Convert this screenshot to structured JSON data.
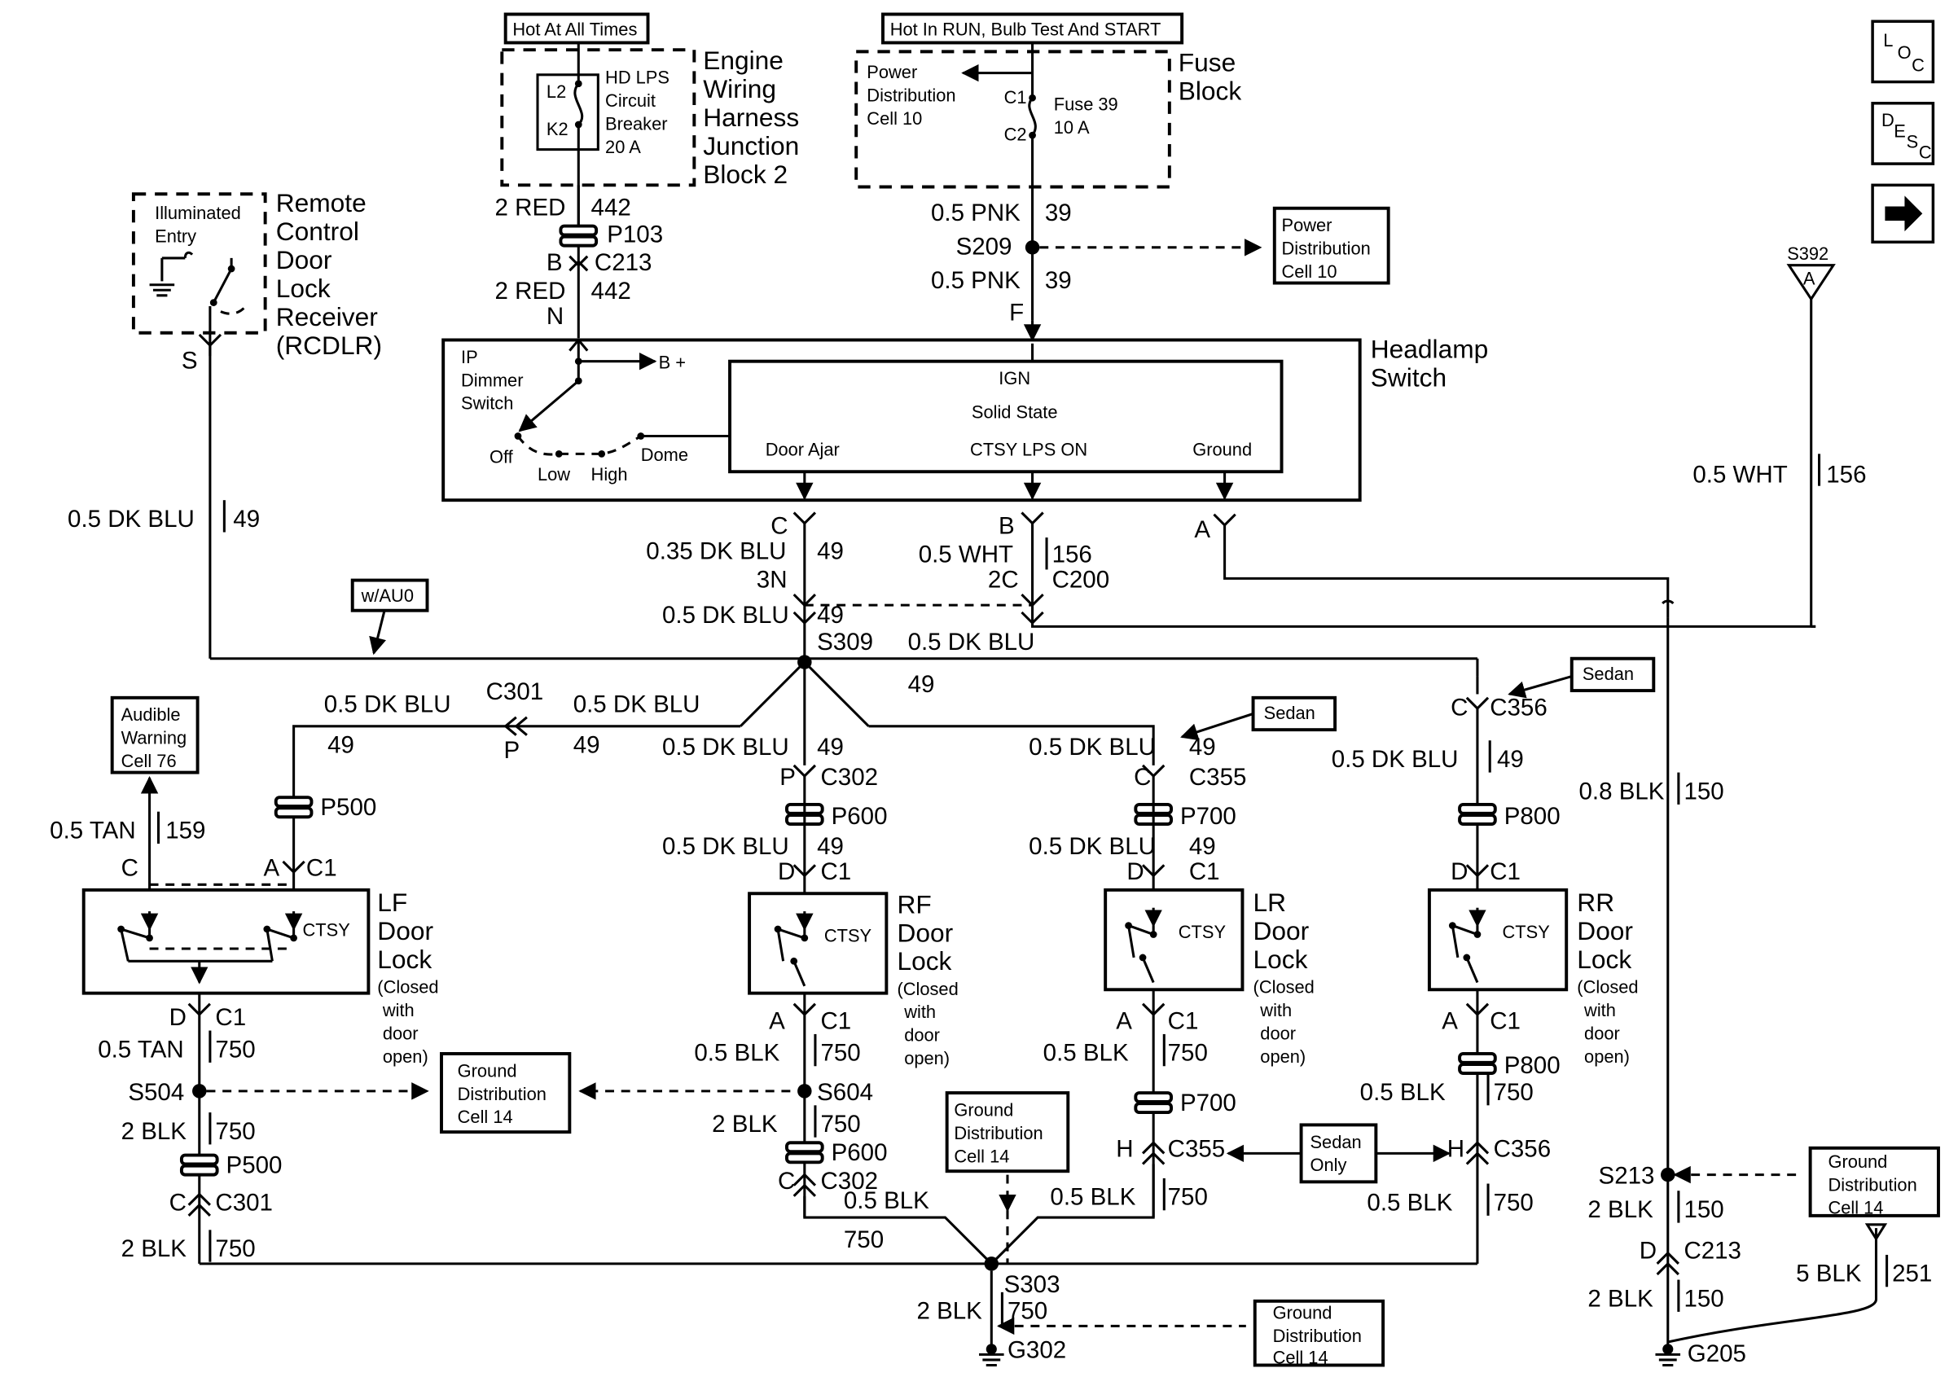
{
  "top_labels": {
    "hot_at_all_times": "Hot At All Times",
    "hot_in_run": "Hot In RUN, Bulb Test And START"
  },
  "engine_block": {
    "title": [
      "Engine",
      "Wiring",
      "Harness",
      "Junction",
      "Block 2"
    ],
    "breaker": [
      "HD LPS",
      "Circuit",
      "Breaker",
      "20 A"
    ],
    "pin_top": "L2",
    "pin_bottom": "K2"
  },
  "fuse_block": {
    "title": [
      "Fuse",
      "Block"
    ],
    "ref": [
      "Power",
      "Distribution",
      "Cell 10"
    ],
    "c1": "C1",
    "c2": "C2",
    "fuse": [
      "Fuse 39",
      "10 A"
    ]
  },
  "rcdlr": {
    "title": [
      "Remote",
      "Control",
      "Door",
      "Lock",
      "Receiver",
      "(RCDLR)"
    ],
    "inner": [
      "Illuminated",
      "Entry"
    ],
    "pin": "S",
    "wire": "0.5 DK BLU",
    "circuit": "49"
  },
  "red_wires": {
    "w1": "2 RED",
    "c1": "442",
    "conn1": "P103",
    "pin_b": "B",
    "conn2": "C213",
    "w2": "2 RED",
    "c2": "442",
    "pin_n": "N"
  },
  "pnk_wires": {
    "w1": "0.5 PNK",
    "c1": "39",
    "splice": "S209",
    "w2": "0.5 PNK",
    "c2": "39",
    "pin_f": "F",
    "ref": [
      "Power",
      "Distribution",
      "Cell 10"
    ]
  },
  "headlamp": {
    "title": [
      "Headlamp",
      "Switch"
    ],
    "dimmer": [
      "IP",
      "Dimmer",
      "Switch"
    ],
    "b_plus": "B +",
    "positions": {
      "off": "Off",
      "low": "Low",
      "high": "High",
      "dome": "Dome"
    },
    "ign": "IGN",
    "solid_state": "Solid State",
    "door_ajar": "Door Ajar",
    "ctsy": "CTSY LPS ON",
    "ground": "Ground",
    "pin_c": "C",
    "pin_b": "B",
    "pin_a": "A"
  },
  "mid_wires": {
    "dkblu_035": "0.35 DK BLU",
    "c49a": "49",
    "pin_3n": "3N",
    "wht": "0.5 WHT",
    "c156": "156",
    "pin_2c": "2C",
    "conn_c200": "C200",
    "dkblu_05": "0.5 DK BLU",
    "c49b": "49",
    "splice": "S309",
    "dkblu_r": "0.5 DK BLU",
    "c49r": "49",
    "wau0": "w/AU0",
    "s392": "S392",
    "s392_pin": "A",
    "wht_right": "0.5 WHT",
    "c156_right": "156"
  },
  "lf": {
    "title": [
      "LF",
      "Door",
      "Lock"
    ],
    "note": [
      "(Closed",
      "with",
      "door",
      "open)"
    ],
    "ctsy": "CTSY",
    "c301_top": "C301",
    "p": "P",
    "dkblu_a": "0.5 DK BLU",
    "c49_a": "49",
    "dkblu_b": "0.5 DK BLU",
    "c49_b": "49",
    "p500": "P500",
    "audible": [
      "Audible",
      "Warning",
      "Cell 76"
    ],
    "tan": "0.5 TAN",
    "c159": "159",
    "pin_c": "C",
    "pin_a": "A",
    "c1": "C1",
    "pin_d": "D",
    "c1_b": "C1",
    "tan2": "0.5 TAN",
    "c750a": "750",
    "s504": "S504",
    "blk2": "2 BLK",
    "c750b": "750",
    "p500_b": "P500",
    "pin_cb": "C",
    "c301_b": "C301",
    "blk3": "2 BLK",
    "c750c": "750"
  },
  "rf": {
    "title": [
      "RF",
      "Door",
      "Lock"
    ],
    "note": [
      "(Closed",
      "with",
      "door",
      "open)"
    ],
    "ctsy": "CTSY",
    "dkblu_a": "0.5 DK BLU",
    "c49a": "49",
    "pin_p": "P",
    "c302": "C302",
    "p600": "P600",
    "dkblu_b": "0.5 DK BLU",
    "c49b": "49",
    "pin_d": "D",
    "c1": "C1",
    "pin_a": "A",
    "c1_b": "C1",
    "blk": "0.5 BLK",
    "c750": "750",
    "s604": "S604",
    "blk2": "2 BLK",
    "c750b": "750",
    "p600_b": "P600",
    "pin_c": "C",
    "c302_b": "C302",
    "blk3": "0.5 BLK",
    "c750c": "750"
  },
  "lr": {
    "title": [
      "LR",
      "Door",
      "Lock"
    ],
    "note": [
      "(Closed",
      "with",
      "door",
      "open)"
    ],
    "ctsy": "CTSY",
    "sedan": "Sedan",
    "dkblu_a": "0.5 DK BLU",
    "c49a": "49",
    "pin_c": "C",
    "c355": "C355",
    "p700": "P700",
    "dkblu_b": "0.5 DK BLU",
    "c49b": "49",
    "pin_d": "D",
    "c1": "C1",
    "pin_a": "A",
    "c1_b": "C1",
    "blk": "0.5 BLK",
    "c750": "750",
    "p700_b": "P700",
    "pin_h": "H",
    "c355_b": "C355",
    "blk2": "0.5 BLK",
    "c750b": "750",
    "sedan_only": [
      "Sedan",
      "Only"
    ]
  },
  "rr": {
    "title": [
      "RR",
      "Door",
      "Lock"
    ],
    "note": [
      "(Closed",
      "with",
      "door",
      "open)"
    ],
    "ctsy": "CTSY",
    "sedan": "Sedan",
    "pin_c": "C",
    "c356": "C356",
    "dkblu": "0.5 DK BLU",
    "c49": "49",
    "p800": "P800",
    "pin_d": "D",
    "c1": "C1",
    "pin_a": "A",
    "c1_b": "C1",
    "p800_b": "P800",
    "blk": "0.5 BLK",
    "c750": "750",
    "pin_h": "H",
    "c356_b": "C356",
    "blk2": "0.5 BLK",
    "c750b": "750"
  },
  "ground": {
    "blk08": "0.8 BLK",
    "c150": "150",
    "s213": "S213",
    "blk2": "2 BLK",
    "c150b": "150",
    "pin_d": "D",
    "c213": "C213",
    "blk3": "2 BLK",
    "c150c": "150",
    "g205": "G205",
    "blk5": "5 BLK",
    "c251": "251",
    "s303": "S303",
    "blk_s303": "2 BLK",
    "c750_s303": "750",
    "g302": "G302",
    "gd_ref": [
      "Ground",
      "Distribution",
      "Cell 14"
    ]
  },
  "nav": {
    "loc": [
      "L",
      "O",
      "C"
    ],
    "desc": [
      "D",
      "E",
      "S",
      "C"
    ],
    "next_icon": "right-arrow-icon"
  }
}
